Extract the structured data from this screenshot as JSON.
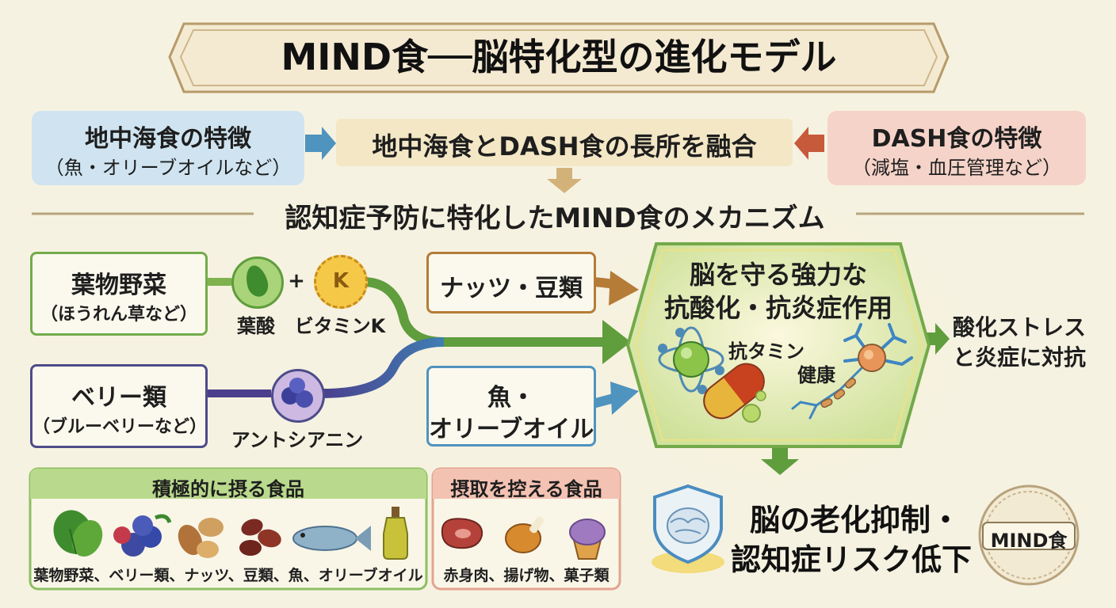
{
  "title": "MIND食──脳特化型の進化モデル",
  "top": {
    "mediterranean": {
      "line1": "地中海食の特徴",
      "line2": "（魚・オリーブオイルなど）",
      "color": "#cfe4f0"
    },
    "dash": {
      "line1": "DASH食の特徴",
      "line2": "（減塩・血圧管理など）",
      "color": "#f5d3c8"
    },
    "fusion": "地中海食とDASH食の長所を融合",
    "section_heading": "認知症予防に特化したMIND食のメカニズム"
  },
  "inputs": {
    "leafy": {
      "line1": "葉物野菜",
      "line2": "（ほうれん草など）",
      "nutrient1": "葉酸",
      "plus": "+",
      "nutrient2": "ビタミンK",
      "vitk_letter": "K",
      "icons": [
        "spinach-leaf-icon",
        "vitamin-k-icon"
      ]
    },
    "berry": {
      "line1": "ベリー類",
      "line2": "（ブルーベリーなど）",
      "nutrient": "アントシアニン",
      "icons": [
        "blueberry-icon"
      ]
    },
    "nuts": {
      "label": "ナッツ・豆類"
    },
    "fish": {
      "line1": "魚・",
      "line2": "オリーブオイル"
    }
  },
  "center": {
    "line1": "脳を守る強力な",
    "line2": "抗酸化・抗炎症作用",
    "antioxidant_label": "抗タミン",
    "health_label": "健康",
    "icons": [
      "molecule-icon",
      "capsule-icon",
      "neuron-icon"
    ]
  },
  "side_effect": {
    "line1": "酸化ストレス",
    "line2": "と炎症に対抗"
  },
  "result": {
    "line1": "脳の老化抑制・",
    "line2": "認知症リスク低下",
    "badge": "MIND食",
    "icons": [
      "brain-shield-icon",
      "seal-badge-icon"
    ]
  },
  "bottom": {
    "recommended": {
      "header": "積極的に摂る食品",
      "caption": "葉物野菜、ベリー類、ナッツ、豆類、魚、オリーブオイル",
      "icons": [
        "spinach-icon",
        "berries-icon",
        "nuts-icon",
        "beans-icon",
        "fish-icon",
        "olive-oil-bottle-icon"
      ]
    },
    "limited": {
      "header": "摂取を控える食品",
      "caption": "赤身肉、揚げ物、菓子類",
      "icons": [
        "steak-icon",
        "fried-chicken-icon",
        "cupcake-icon"
      ]
    }
  },
  "colors": {
    "background": "#f6f2e1",
    "green": "#5f9d3d",
    "blue_arrow": "#4f93bf",
    "red_arrow": "#c85a3c",
    "purple": "#4d4c8a",
    "brown": "#b47c37",
    "hex_fill": "#dbe9b1",
    "hex_glow": "#f3ea7a"
  }
}
